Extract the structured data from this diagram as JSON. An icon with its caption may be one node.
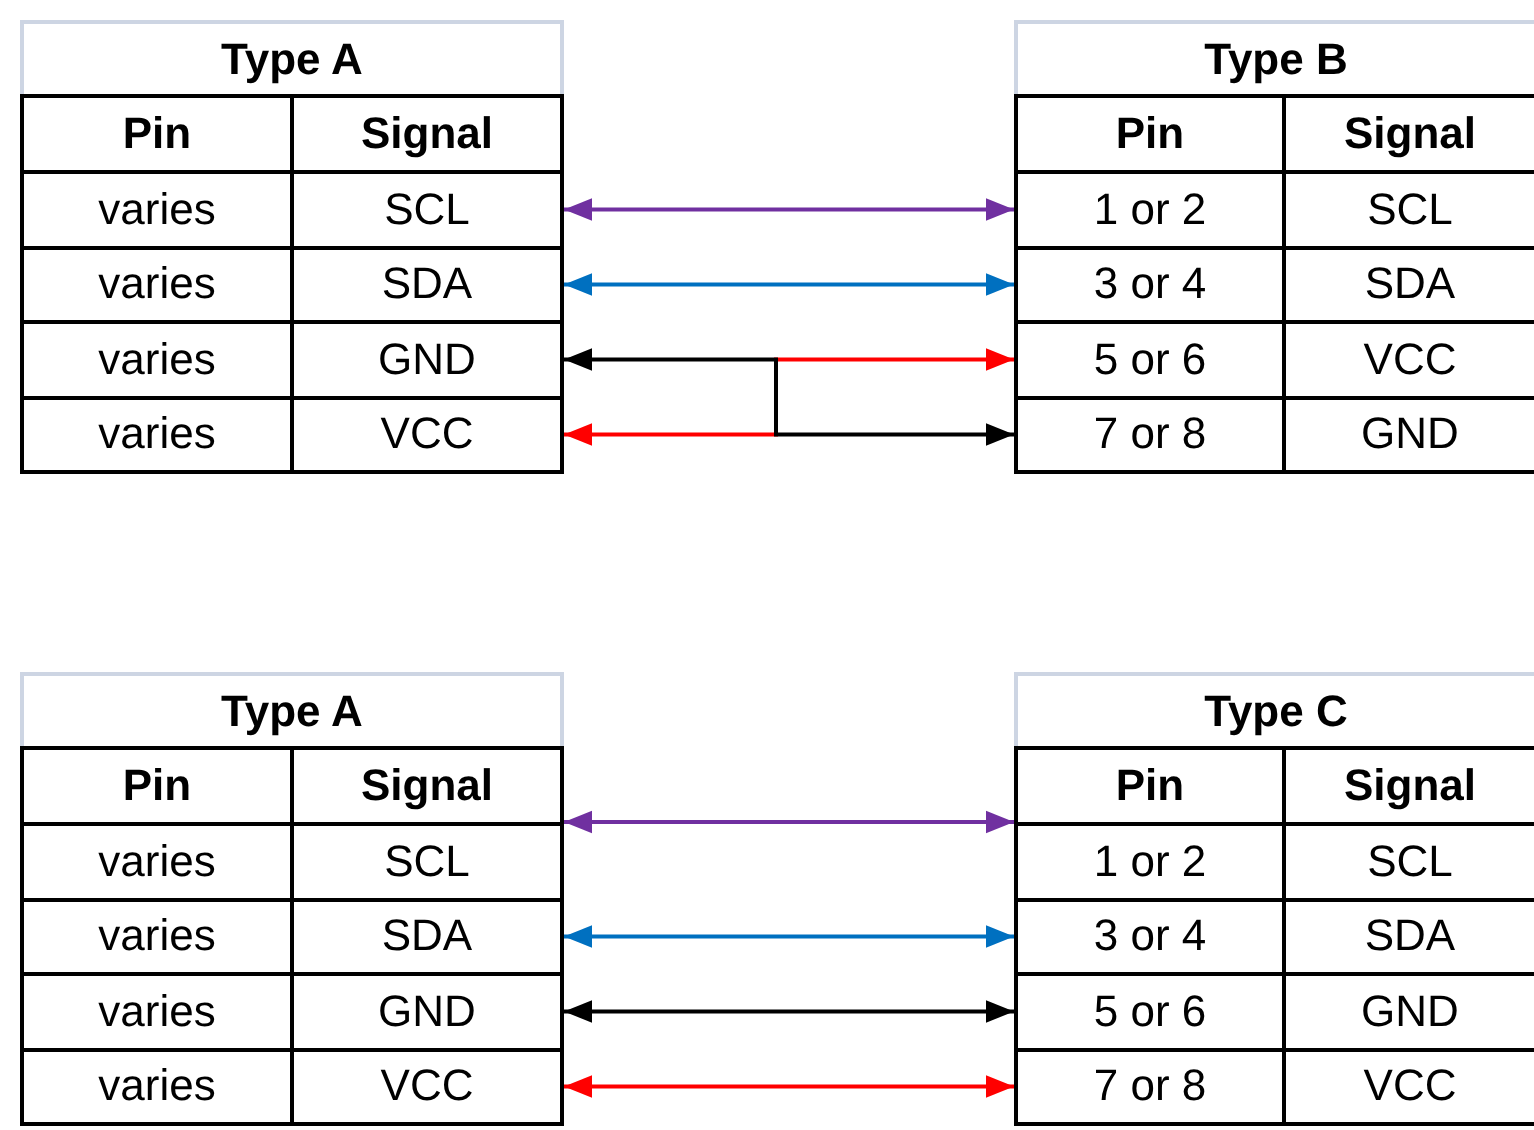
{
  "diagram": {
    "nodes": [
      {
        "text": [
          "Type A"
        ]
      },
      {
        "text": [
          "Pin"
        ]
      },
      {
        "text": [
          "Signal"
        ]
      },
      {
        "text": [
          "varies"
        ]
      },
      {
        "text": [
          "SCL"
        ]
      },
      {
        "text": [
          "varies"
        ]
      },
      {
        "text": [
          "SDA"
        ]
      },
      {
        "text": [
          "varies"
        ]
      },
      {
        "text": [
          "GND"
        ]
      },
      {
        "text": [
          "varies"
        ]
      },
      {
        "text": [
          "VCC"
        ]
      },
      {
        "text": [
          "Type B"
        ]
      },
      {
        "text": [
          "Pin"
        ]
      },
      {
        "text": [
          "Signal"
        ]
      },
      {
        "text": [
          "1 or 2"
        ]
      },
      {
        "text": [
          "SCL"
        ]
      },
      {
        "text": [
          "3 or 4"
        ]
      },
      {
        "text": [
          "SDA"
        ]
      },
      {
        "text": [
          "5 or 6"
        ]
      },
      {
        "text": [
          "VCC"
        ]
      },
      {
        "text": [
          "7 or 8"
        ]
      },
      {
        "text": [
          "GND"
        ]
      },
      {
        "text": [
          "Type A"
        ]
      },
      {
        "text": [
          "Pin"
        ]
      },
      {
        "text": [
          "Signal"
        ]
      },
      {
        "text": [
          "varies"
        ]
      },
      {
        "text": [
          "SCL"
        ]
      },
      {
        "text": [
          "varies"
        ]
      },
      {
        "text": [
          "SDA"
        ]
      },
      {
        "text": [
          "varies"
        ]
      },
      {
        "text": [
          "GND"
        ]
      },
      {
        "text": [
          "varies"
        ]
      },
      {
        "text": [
          "VCC"
        ]
      },
      {
        "text": [
          "Type C"
        ]
      },
      {
        "text": [
          "Pin"
        ]
      },
      {
        "text": [
          "Signal"
        ]
      },
      {
        "text": [
          "1 or 2"
        ]
      },
      {
        "text": [
          "SCL"
        ]
      },
      {
        "text": [
          "3 or 4"
        ]
      },
      {
        "text": [
          "SDA"
        ]
      },
      {
        "text": [
          "5 or 6"
        ]
      },
      {
        "text": [
          "GND"
        ]
      },
      {
        "text": [
          "7 or 8"
        ]
      },
      {
        "text": [
          "VCC"
        ]
      }
    ],
    "edges": [
      {
        "from": 4,
        "to": 14,
        "arrow": "both",
        "color": "#7030a0"
      },
      {
        "from": 6,
        "to": 16,
        "arrow": "both",
        "color": "#0070c0"
      },
      {
        "from": 8,
        "to": 20,
        "arrow": "both",
        "color": "#000000"
      },
      {
        "from": 10,
        "to": 18,
        "arrow": "both",
        "color": "#ff0000"
      },
      {
        "from": 26,
        "to": 36,
        "arrow": "both",
        "color": "#7030a0"
      },
      {
        "from": 28,
        "to": 38,
        "arrow": "both",
        "color": "#0070c0"
      },
      {
        "from": 30,
        "to": 40,
        "arrow": "both",
        "color": "#000000"
      },
      {
        "from": 32,
        "to": 42,
        "arrow": "both",
        "color": "#ff0000"
      }
    ]
  }
}
